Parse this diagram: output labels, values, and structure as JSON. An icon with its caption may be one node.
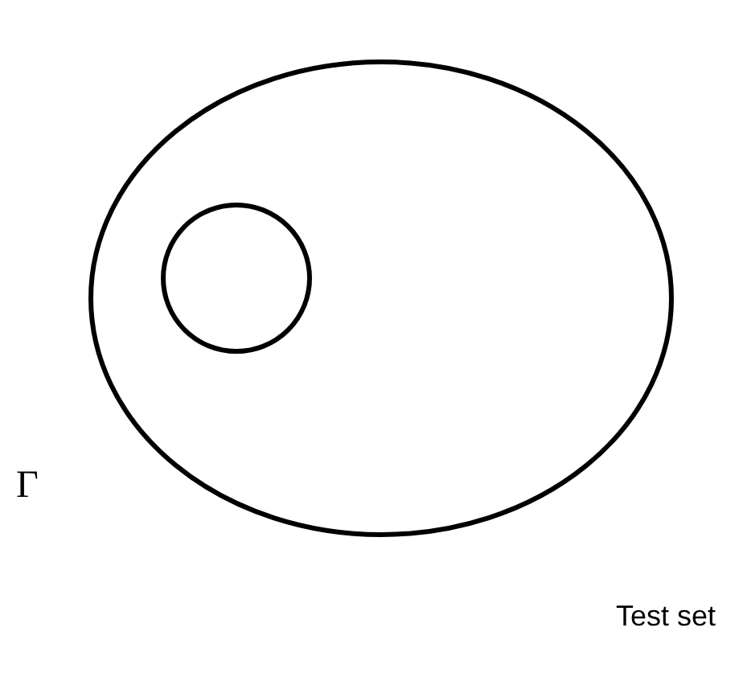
{
  "diagram": {
    "nodes": [
      {
        "text": [],
        "shape": "circle"
      },
      {
        "text": [],
        "shape": "circle",
        "in": 0
      }
    ],
    "labels": [
      "Γ",
      "Test set"
    ]
  }
}
